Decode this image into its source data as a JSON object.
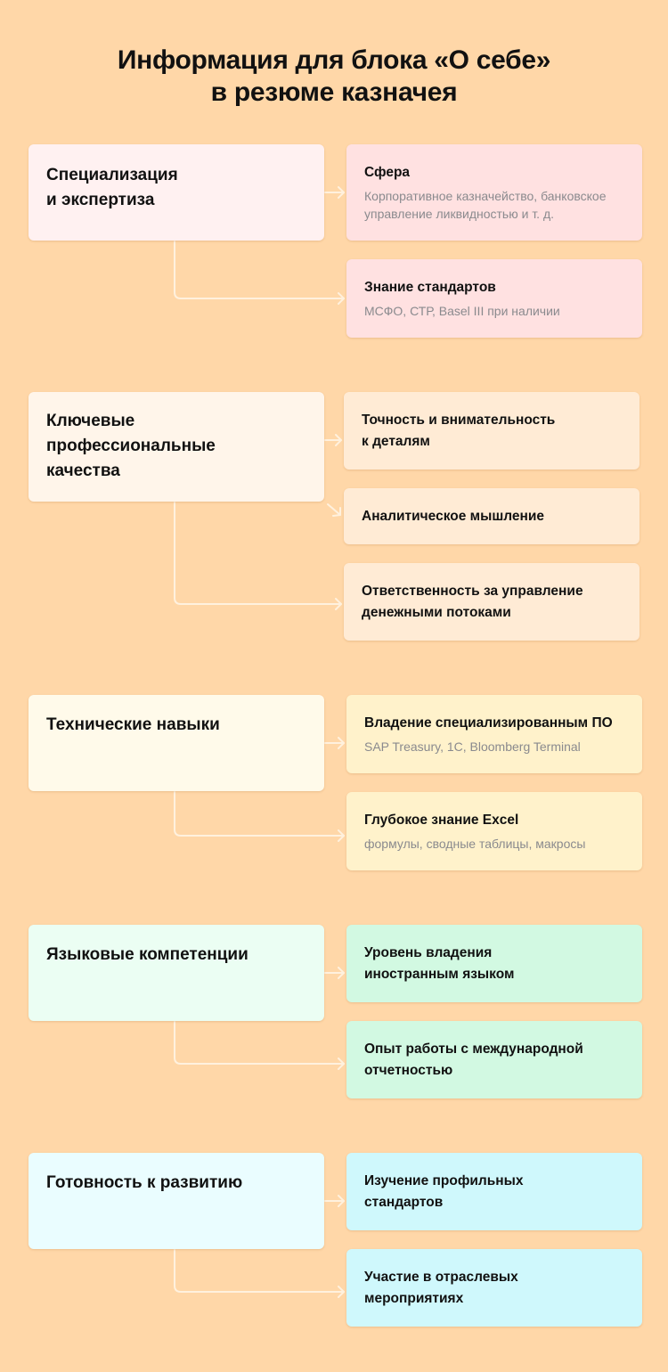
{
  "title": {
    "line1": "Информация для блока «О себе»",
    "line2": "в резюме казначея"
  },
  "colors": {
    "background": "#FFD7A8",
    "connector": "#FFF1DE",
    "section1": {
      "main": "#FFF1F1",
      "child": "#FFE1E1"
    },
    "section2": {
      "main": "#FFF5EA",
      "child": "#FFEBD5"
    },
    "section3": {
      "main": "#FFFAEA",
      "child": "#FFF2CB"
    },
    "section4": {
      "main": "#EBFEF3",
      "child": "#D2F9E2"
    },
    "section5": {
      "main": "#EAFDFF",
      "child": "#CFF8FC"
    }
  },
  "sections": [
    {
      "label": "Специализация\nи экспертиза",
      "children": [
        {
          "title": "Сфера",
          "subtitle": "Корпоративное казначейство, банковское\nуправление ликвидностью и т. д."
        },
        {
          "title": "Знание стандартов",
          "subtitle": "МСФО, СТР, Basel III при наличии"
        }
      ]
    },
    {
      "label": "Ключевые\nпрофессиональные\nкачества",
      "children": [
        {
          "title": "Точность и внимательность\nк деталям"
        },
        {
          "title": "Аналитическое мышление"
        },
        {
          "title": "Ответственность за управление\nденежными потоками"
        }
      ]
    },
    {
      "label": "Технические навыки",
      "children": [
        {
          "title": "Владение специализированным ПО",
          "subtitle": "SAP Treasury, 1С, Bloomberg Terminal"
        },
        {
          "title": "Глубокое знание Excel",
          "subtitle": "формулы, сводные таблицы, макросы"
        }
      ]
    },
    {
      "label": "Языковые компетенции",
      "children": [
        {
          "title": "Уровень владения\nиностранным языком"
        },
        {
          "title": "Опыт работы с международной\nотчетностью"
        }
      ]
    },
    {
      "label": "Готовность к развитию",
      "children": [
        {
          "title": "Изучение профильных\nстандартов"
        },
        {
          "title": "Участие в отраслевых\nмероприятиях"
        }
      ]
    }
  ]
}
